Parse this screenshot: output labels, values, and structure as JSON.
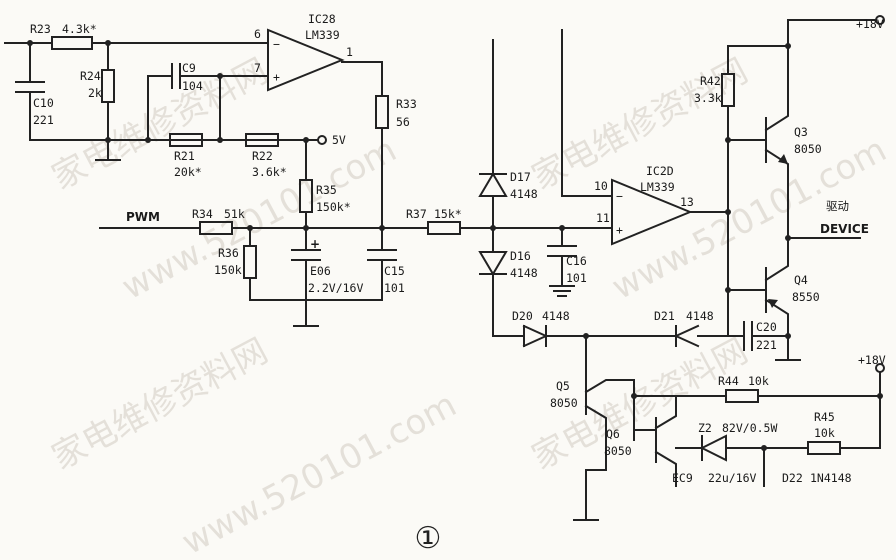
{
  "watermark": {
    "text_cn": "家电维修资料网",
    "text_url": "www.520101.com"
  },
  "power": {
    "top": "+18V",
    "bottom": "+18V",
    "five": "5V"
  },
  "ic": {
    "ic28_name": "IC28",
    "ic28_part": "LM339",
    "ic28_pin6": "6",
    "ic28_pin7": "7",
    "ic28_pin1": "1",
    "ic2d_name": "IC2D",
    "ic2d_part": "LM339",
    "ic2d_pin10": "10",
    "ic2d_pin11": "11",
    "ic2d_pin13": "13",
    "minus": "−",
    "plus": "+"
  },
  "resistors": {
    "r23": "R23",
    "r23v": "4.3k*",
    "r24": "R24",
    "r24v": "2k",
    "r21": "R21",
    "r21v": "20k*",
    "r22": "R22",
    "r22v": "3.6k*",
    "r33": "R33",
    "r33v": "56",
    "r35": "R35",
    "r35v": "150k*",
    "r34": "R34",
    "r34v": "51k",
    "r36": "R36",
    "r36v": "150k",
    "r37": "R37",
    "r37v": "15k*",
    "r42": "R42",
    "r42v": "3.3k",
    "r44": "R44",
    "r44v": "10k",
    "r45": "R45",
    "r45v": "10k"
  },
  "capacitors": {
    "c10": "C10",
    "c10v": "221",
    "c9": "C9",
    "c9v": "104",
    "e06": "E06",
    "e06v": "2.2V/16V",
    "c15": "C15",
    "c15v": "101",
    "c16": "C16",
    "c16v": "101",
    "c20": "C20",
    "c20v": "221",
    "ec9": "EC9",
    "ec9v": "22u/16V",
    "e06plus": "+"
  },
  "diodes": {
    "d17": "D17",
    "d17v": "4148",
    "d16": "D16",
    "d16v": "4148",
    "d20": "D20",
    "d20v": "4148",
    "d21": "D21",
    "d21v": "4148",
    "z2": "Z2",
    "z2v": "82V/0.5W",
    "d22": "D22",
    "d22v": "1N4148"
  },
  "transistors": {
    "q3": "Q3",
    "q3v": "8050",
    "q4": "Q4",
    "q4v": "8550",
    "q5": "Q5",
    "q5v": "8050",
    "q6": "Q6",
    "q6v": "8050"
  },
  "signals": {
    "pwm": "PWM",
    "drive_cn": "驱动",
    "device": "DEVICE"
  },
  "figure_number": "①"
}
